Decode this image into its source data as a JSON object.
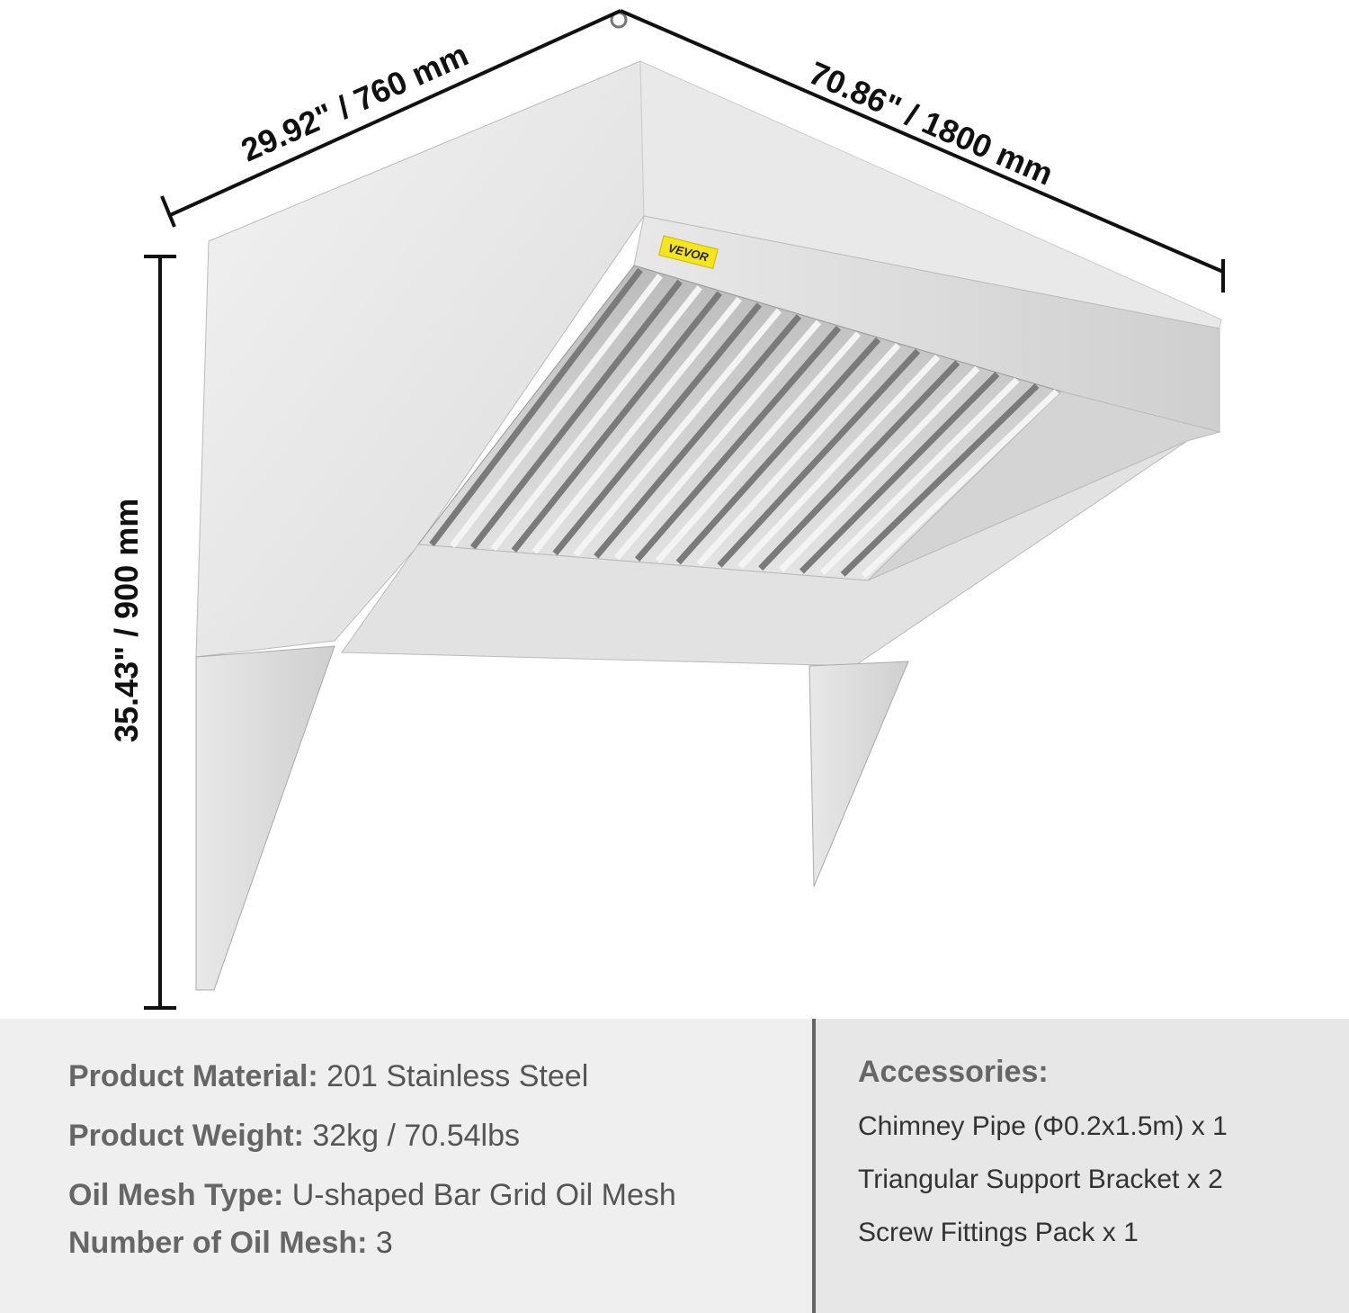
{
  "dimensions": {
    "depth": "29.92\" / 760 mm",
    "width": "70.86\" / 1800 mm",
    "height": "35.43\" / 900 mm"
  },
  "brand_label": "VEVOR",
  "specs": [
    {
      "label": "Product Material:",
      "value": "201 Stainless Steel"
    },
    {
      "label": "Product Weight:",
      "value": "32kg / 70.54lbs"
    },
    {
      "label": "Oil Mesh Type:",
      "value": "U-shaped Bar Grid Oil Mesh"
    },
    {
      "label": "Number of Oil Mesh:",
      "value": "3"
    }
  ],
  "accessories": {
    "heading": "Accessories:",
    "items": [
      "Chimney Pipe (Φ0.2x1.5m) x 1",
      "Triangular Support Bracket x 2",
      "Screw Fittings Pack x 1"
    ]
  },
  "colors": {
    "label_yellow": "#f5e61c",
    "steel": "#d9d9d9"
  }
}
